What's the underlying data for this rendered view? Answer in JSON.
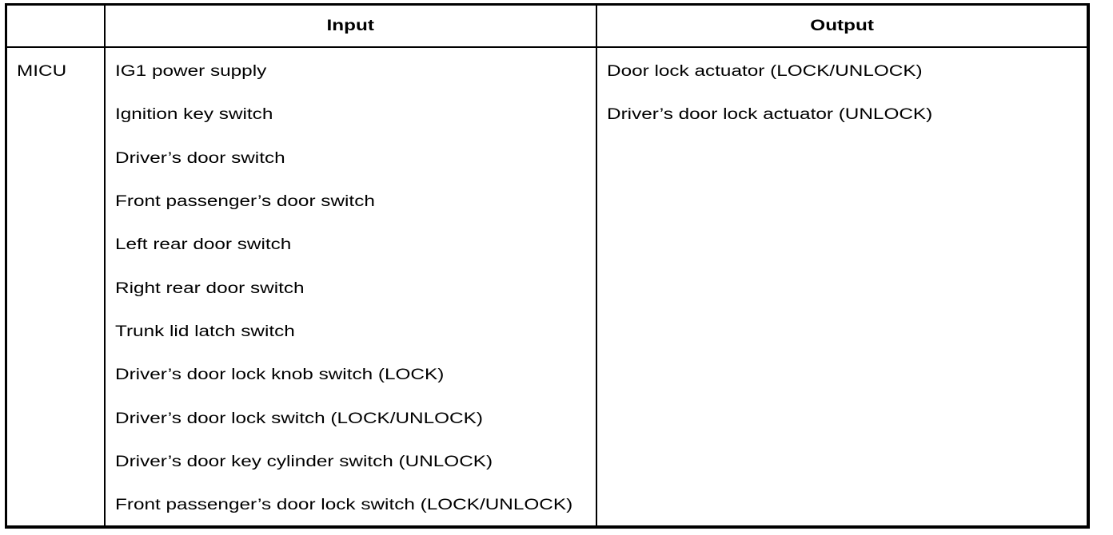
{
  "colors": {
    "border": "#000000",
    "text": "#000000",
    "background": "#ffffff"
  },
  "table": {
    "header": {
      "unit_label": "",
      "input_label": "Input",
      "output_label": "Output"
    },
    "row": {
      "unit": "MICU",
      "inputs": [
        "IG1 power supply",
        "Ignition key switch",
        "Driver’s door switch",
        "Front passenger’s door switch",
        "Left rear door switch",
        "Right rear door switch",
        "Trunk lid latch switch",
        "Driver’s door lock knob switch (LOCK)",
        "Driver’s door lock switch (LOCK/UNLOCK)",
        "Driver’s door key cylinder switch (UNLOCK)",
        "Front passenger’s door lock switch (LOCK/UNLOCK)"
      ],
      "outputs": [
        "Door lock actuator (LOCK/UNLOCK)",
        "Driver’s door lock actuator (UNLOCK)"
      ]
    }
  }
}
